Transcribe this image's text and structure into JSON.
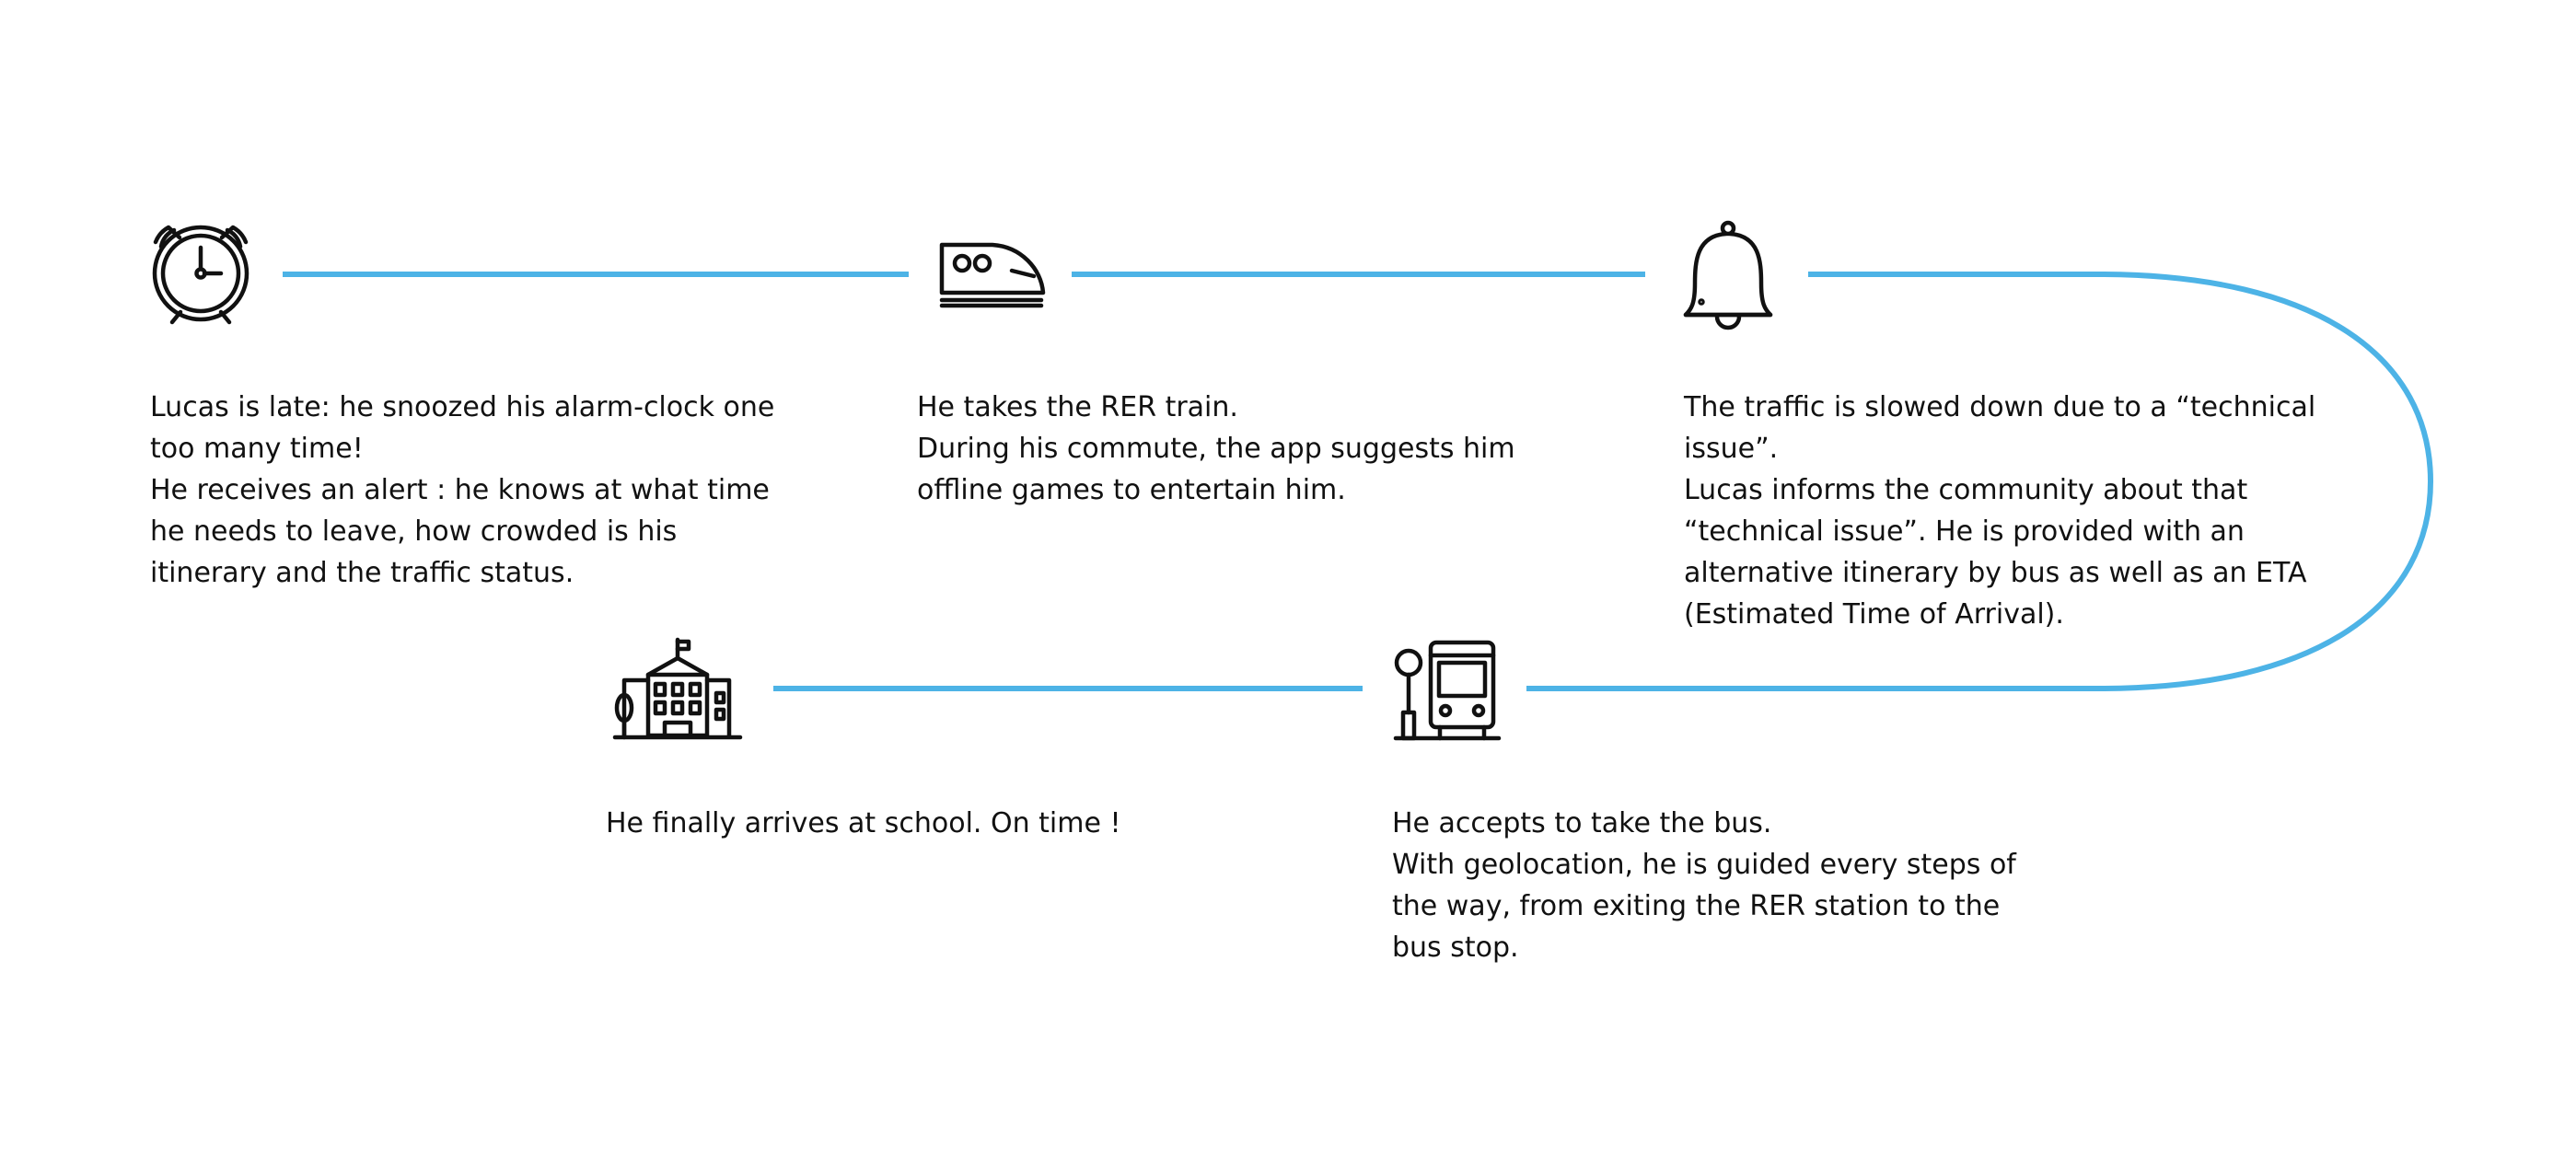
{
  "colors": {
    "connector": "#4DB3E6",
    "icon": "#111111",
    "text": "#111111",
    "background": "#ffffff"
  },
  "steps": [
    {
      "icon": "alarm-clock-icon",
      "lines": [
        "Lucas is late: he snoozed his alarm-clock one",
        "too many time!",
        " He receives an alert : he knows at what time",
        "he needs to leave, how crowded is his",
        "itinerary and the traffic status."
      ]
    },
    {
      "icon": "train-icon",
      "lines": [
        "He takes the RER train.",
        " During his commute, the app suggests him",
        "offline games to entertain him."
      ]
    },
    {
      "icon": "bell-icon",
      "lines": [
        "The traffic is slowed down due to a “technical",
        "issue”.",
        " Lucas informs the community about that",
        "“technical issue”. He is provided with an",
        "alternative itinerary by bus as well as an ETA",
        "(Estimated Time of Arrival)."
      ]
    },
    {
      "icon": "bus-stop-icon",
      "lines": [
        "He accepts to take the bus.",
        " With geolocation, he is guided every steps of",
        "the way, from exiting the RER station to the",
        "bus stop."
      ]
    },
    {
      "icon": "school-icon",
      "lines": [
        "He finally arrives at school. On time !"
      ]
    }
  ]
}
